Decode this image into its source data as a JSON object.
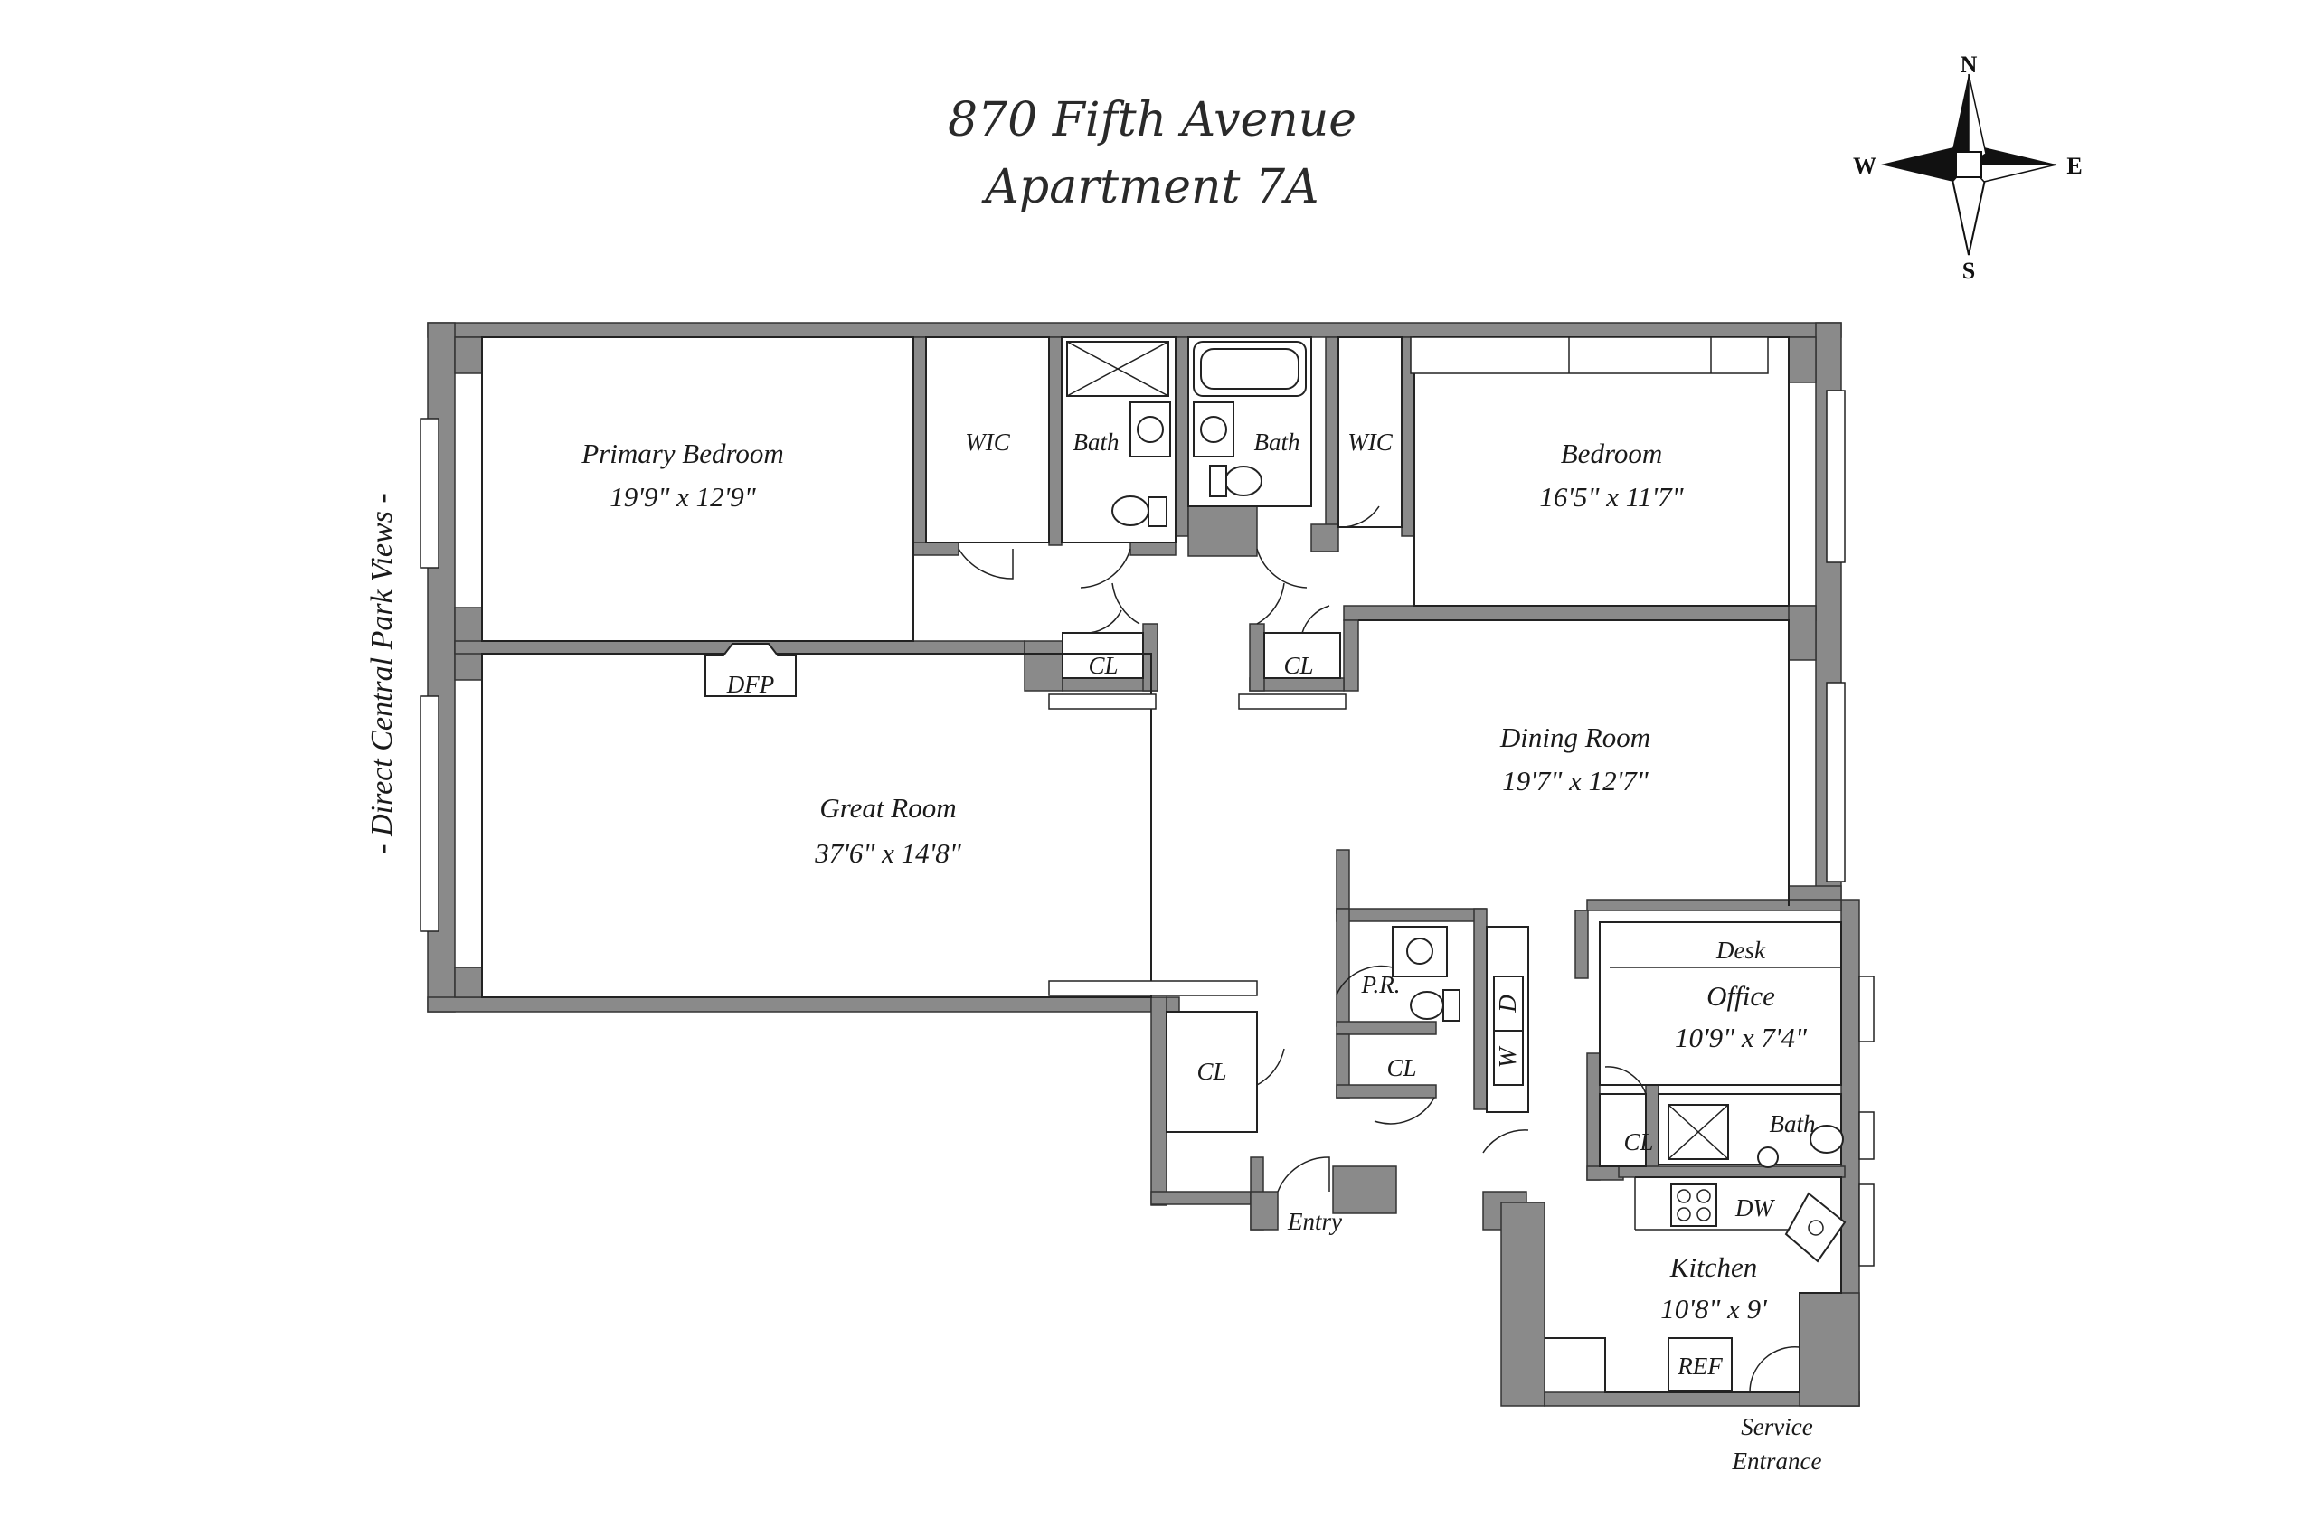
{
  "title": {
    "line1": "870 Fifth Avenue",
    "line2": "Apartment 7A"
  },
  "compass": {
    "north": "N",
    "south": "S",
    "east": "E",
    "west": "W"
  },
  "side_note": "- Direct Central Park Views -",
  "rooms": {
    "primary_bedroom": {
      "name": "Primary Bedroom",
      "dims": "19'9\" x 12'9\""
    },
    "bedroom": {
      "name": "Bedroom",
      "dims": "16'5\" x 11'7\""
    },
    "great_room": {
      "name": "Great Room",
      "dims": "37'6\" x 14'8\""
    },
    "dining_room": {
      "name": "Dining Room",
      "dims": "19'7\" x 12'7\""
    },
    "office": {
      "name": "Office",
      "dims": "10'9\" x 7'4\""
    },
    "kitchen": {
      "name": "Kitchen",
      "dims": "10'8\" x 9'"
    }
  },
  "labels": {
    "wic_left": "WIC",
    "wic_right": "WIC",
    "bath_left": "Bath",
    "bath_right": "Bath",
    "bath_office": "Bath",
    "cl_hall_left": "CL",
    "cl_hall_right": "CL",
    "cl_entry": "CL",
    "cl_pr": "CL",
    "cl_office": "CL",
    "dfp": "DFP",
    "pr": "P.R.",
    "washer": "W",
    "dryer": "D",
    "desk": "Desk",
    "dw": "DW",
    "ref": "REF",
    "entry": "Entry",
    "service_line1": "Service",
    "service_line2": "Entrance"
  },
  "colors": {
    "wall": "#8a8a8a",
    "line": "#222222",
    "background": "#ffffff"
  }
}
